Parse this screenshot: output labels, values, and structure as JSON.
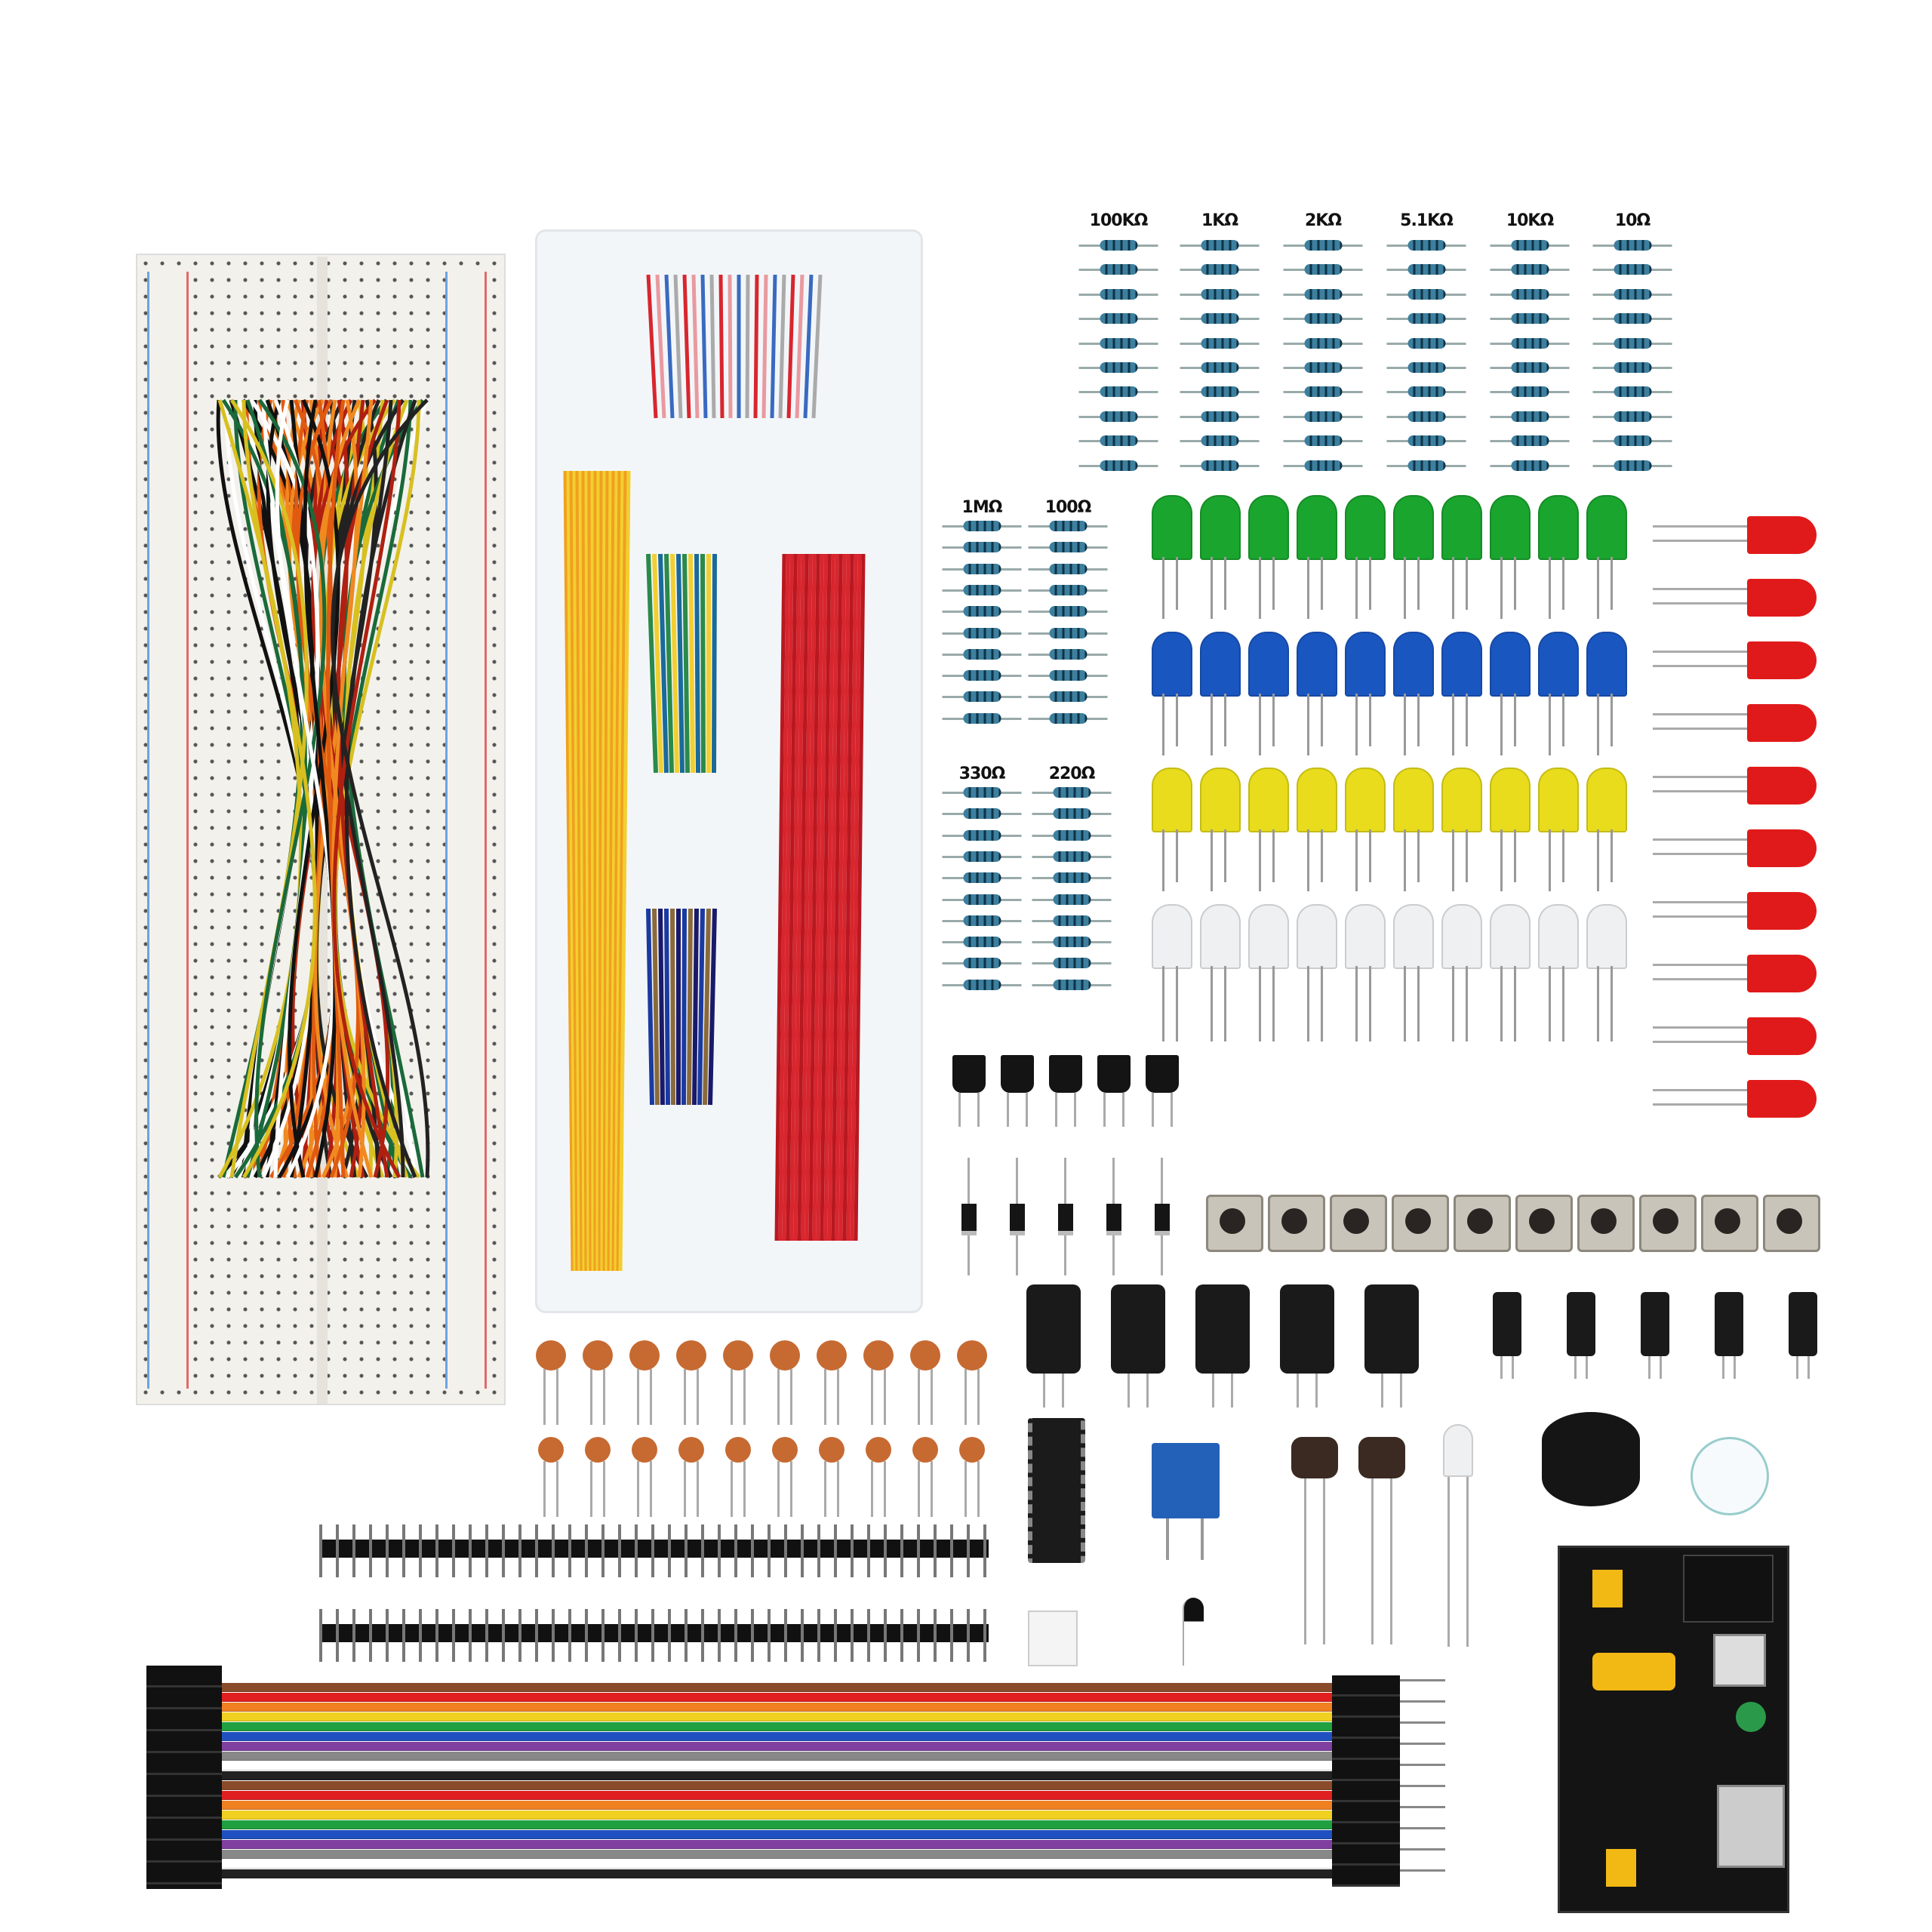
{
  "resistor_labels_top": [
    "100KΩ",
    "1KΩ",
    "2KΩ",
    "5.1KΩ",
    "10KΩ",
    "10Ω"
  ],
  "resistor_labels_left": [
    "1MΩ",
    "100Ω",
    "330Ω",
    "220Ω"
  ],
  "led_rows": [
    "green",
    "blue",
    "yellow",
    "white"
  ],
  "colors": {
    "green": "#1aa52e",
    "blue": "#1a56c0",
    "yellow": "#e8dc1c",
    "white": "#eef0f2",
    "red": "#e01a1a",
    "resistor": "#3d7f9e",
    "breadboard": "#f3f1ec"
  },
  "ribbon_colors": [
    "#8a4b2a",
    "#e02020",
    "#f08020",
    "#f0d020",
    "#20a040",
    "#2050c0",
    "#8040a0",
    "#888888",
    "#ffffff",
    "#222222"
  ]
}
